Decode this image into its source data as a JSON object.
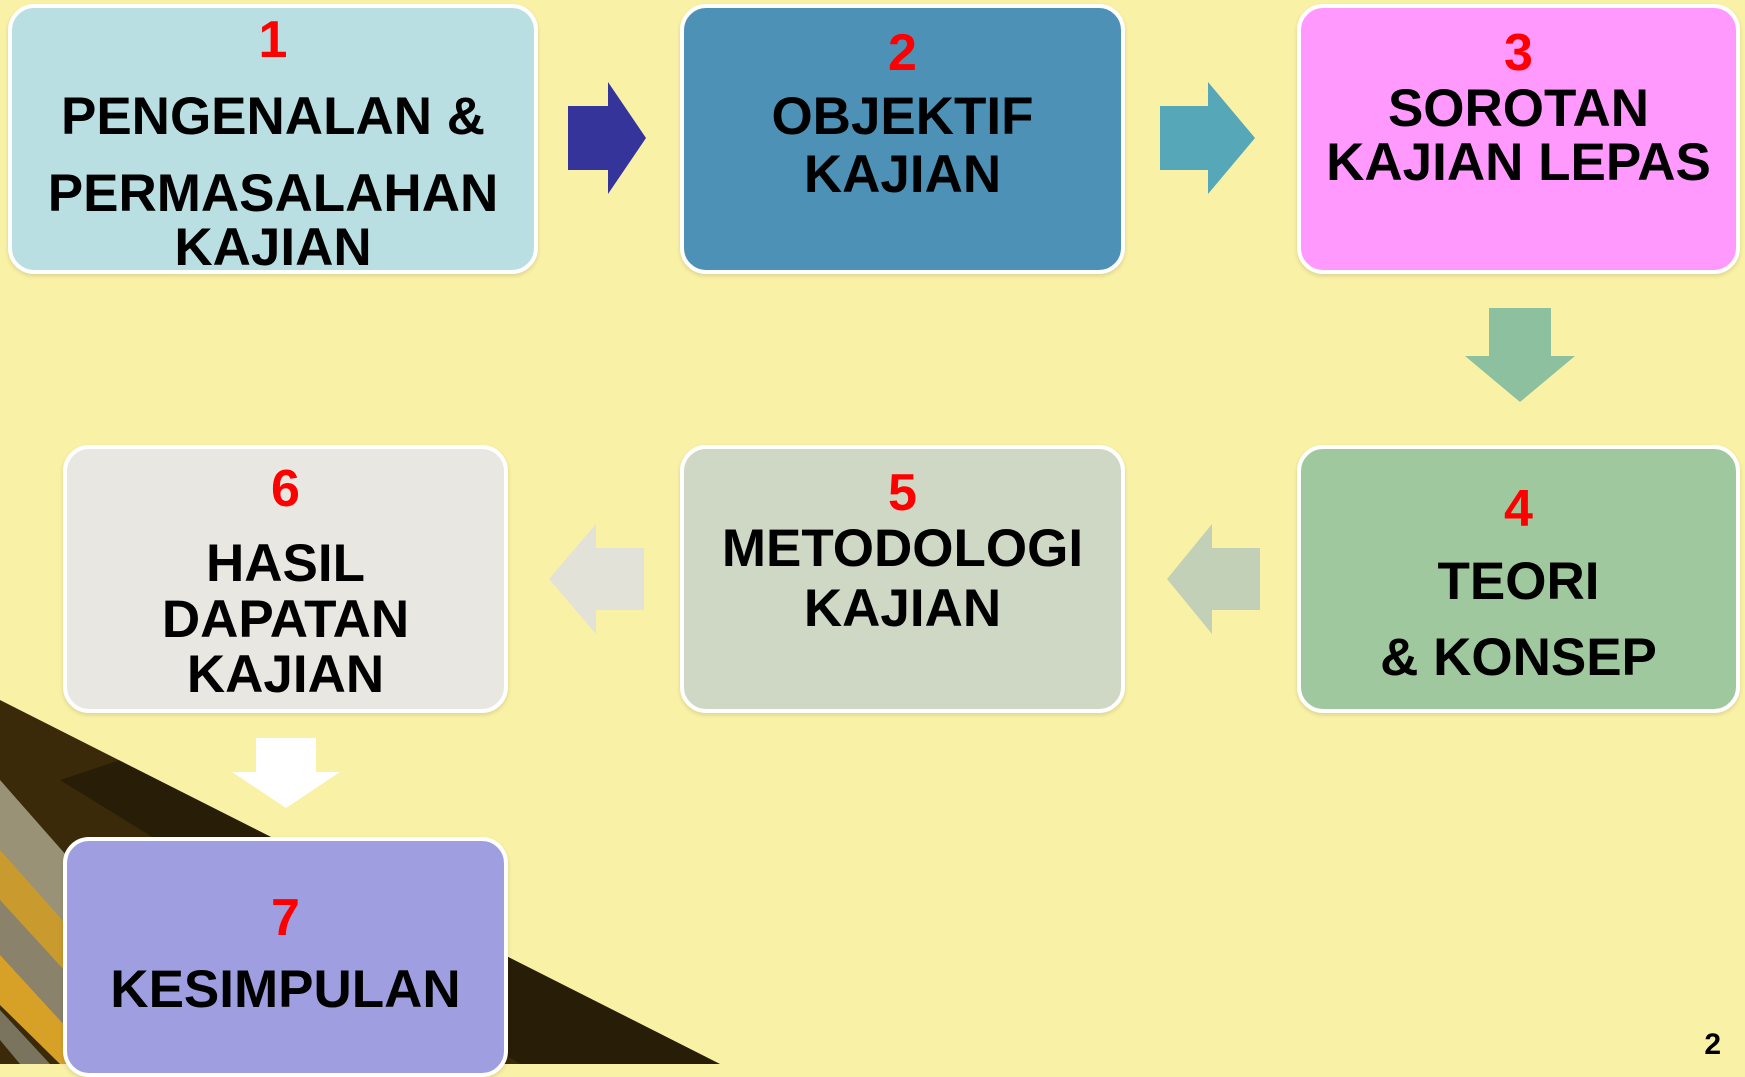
{
  "colors": {
    "background": "#f9f1a5",
    "number": "#ff0000",
    "text": "#000000",
    "box_border": "#ffffff"
  },
  "steps": [
    {
      "number": "1",
      "lines": [
        "PENGENALAN &",
        "PERMASALAHAN",
        "KAJIAN"
      ],
      "fill": "#badfe2"
    },
    {
      "number": "2",
      "lines": [
        "OBJEKTIF",
        "KAJIAN"
      ],
      "fill": "#4d92b6"
    },
    {
      "number": "3",
      "lines": [
        "SOROTAN",
        "KAJIAN LEPAS"
      ],
      "fill": "#ff99fe"
    },
    {
      "number": "4",
      "lines": [
        "TEORI",
        "& KONSEP"
      ],
      "fill": "#a0c89f"
    },
    {
      "number": "5",
      "lines": [
        "METODOLOGI",
        "KAJIAN"
      ],
      "fill": "#cfd7c5"
    },
    {
      "number": "6",
      "lines": [
        "HASIL",
        "DAPATAN",
        "KAJIAN"
      ],
      "fill": "#e8e7e2"
    },
    {
      "number": "7",
      "lines": [
        "KESIMPULAN"
      ],
      "fill": "#9e9ee0"
    }
  ],
  "arrows": [
    {
      "direction": "right",
      "fill": "#35349b"
    },
    {
      "direction": "right",
      "fill": "#56a7b7"
    },
    {
      "direction": "down",
      "fill": "#8cc09f"
    },
    {
      "direction": "left",
      "fill": "#c3d0b8"
    },
    {
      "direction": "left",
      "fill": "#e3e2d8"
    },
    {
      "direction": "down",
      "fill": "#ffffff"
    }
  ],
  "page_number": "2"
}
